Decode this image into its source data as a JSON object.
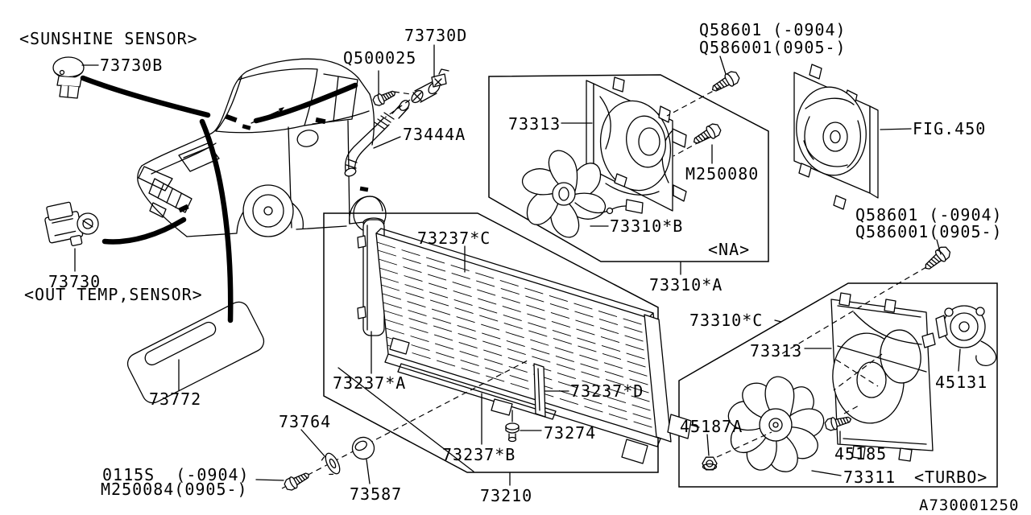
{
  "page": {
    "background": "#ffffff",
    "line_color": "#000000"
  },
  "captions": {
    "sunshine_sensor": "<SUNSHINE SENSOR>",
    "out_temp_sensor": "<OUT TEMP,SENSOR>",
    "na_variant": "<NA>",
    "turbo_variant": "<TURBO>"
  },
  "part_labels": {
    "sunshine_sensor_unit": "73730B",
    "hose_screw": "Q500025",
    "duct_valve": "73730D",
    "sensor_hose": "73444A",
    "na_shroud": "73313",
    "na_bolt_line1": "Q58601 (-0904)",
    "na_bolt_line2": "Q586001(0905-)",
    "fig_ref": "FIG.450",
    "na_motor_bolt": "M250080",
    "na_fan": "73310*B",
    "na_fan_assembly": "73310*A",
    "condenser_bracket_c": "73237*C",
    "out_temp_sensor_unit": "73730",
    "cover_plate": "73772",
    "condenser_bracket_a": "73237*A",
    "condenser_bracket_d": "73237*D",
    "washer": "73764",
    "condenser_bolt_line1": "0115S  (-0904)",
    "condenser_bolt_line2": "M250084(0905-)",
    "grommet": "73587",
    "condenser_bracket_b": "73237*B",
    "clip": "73274",
    "condenser": "73210",
    "turbo_bolt_line1": "Q58601 (-0904)",
    "turbo_bolt_line2": "Q586001(0905-)",
    "turbo_fan_assembly": "73310*C",
    "turbo_shroud": "73313",
    "turbo_motor": "45131",
    "turbo_nut": "45187A",
    "turbo_motor_bolt": "45185",
    "turbo_fan": "73311",
    "doc_number": "A730001250"
  }
}
